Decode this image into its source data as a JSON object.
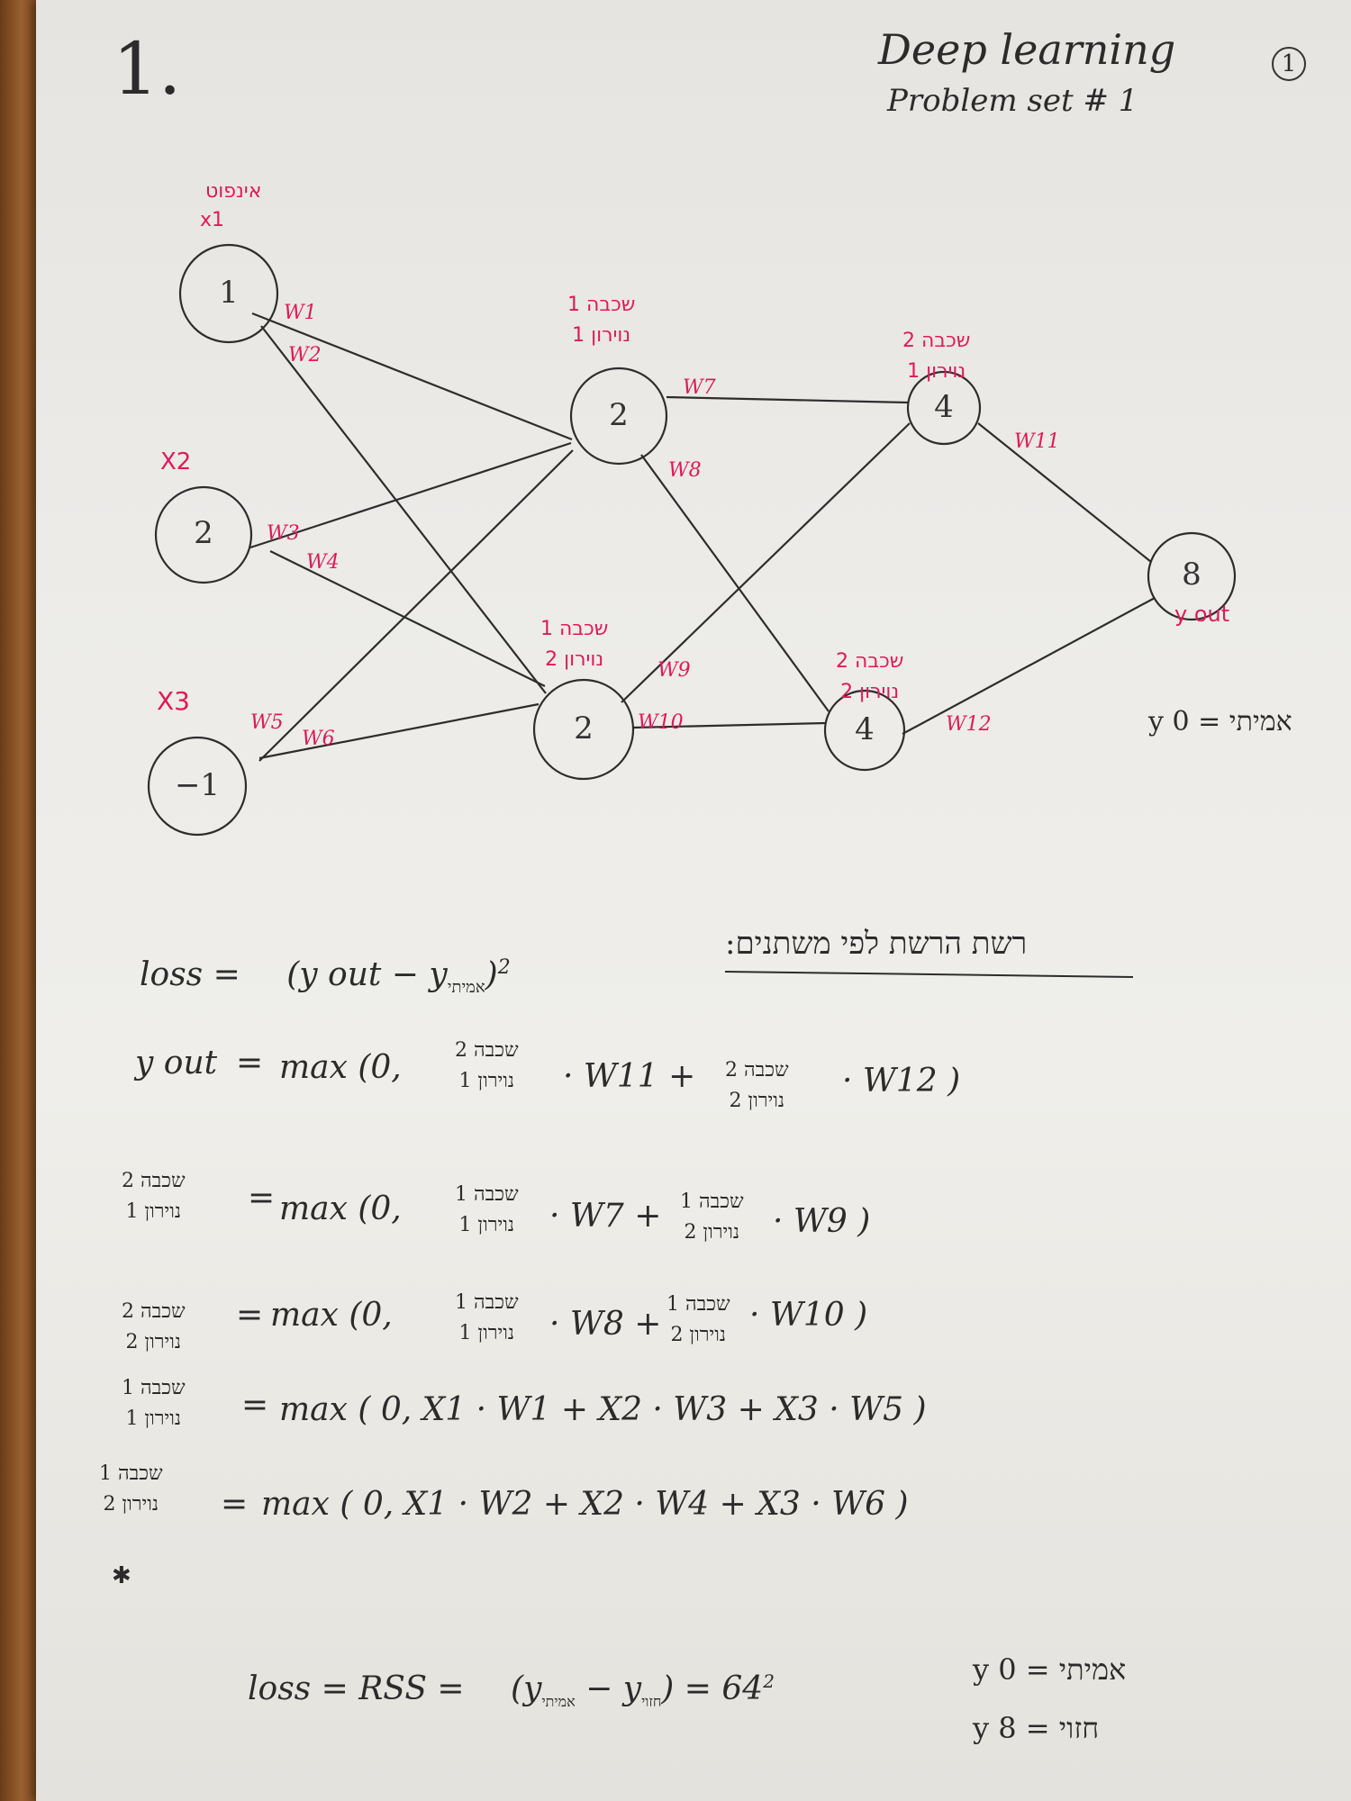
{
  "header": {
    "number": "1.",
    "title": "Deep learning",
    "subtitle": "Problem set # 1",
    "page_marker": "1"
  },
  "network": {
    "nodes": {
      "n1": "1",
      "n2": "2",
      "n3": "−1",
      "h1": "2",
      "h2": "2",
      "h3": "4",
      "h4": "4",
      "out": "8"
    },
    "input_labels": {
      "x1_heb": "אינפוט",
      "x1": "x1",
      "x2": "X2",
      "x3": "X3"
    },
    "layer_labels": {
      "l1n1": [
        "שכבה 1",
        "נוירון 1"
      ],
      "l1n2": [
        "שכבה 1",
        "נוירון 2"
      ],
      "l2n1": [
        "שכבה 2",
        "נוירון 1"
      ],
      "l2n2": [
        "שכבה 2",
        "נוירון 2"
      ]
    },
    "yout": "y out",
    "weights": [
      "W1",
      "W2",
      "W3",
      "W4",
      "W5",
      "W6",
      "W7",
      "W8",
      "W9",
      "W10",
      "W11",
      "W12"
    ],
    "true_y": "y אמיתי = 0"
  },
  "section_title": "רשת הרשת לפי משתנים:",
  "equations": {
    "loss": {
      "lhs": "loss =",
      "body": "(y out − y",
      "sub": "אמיתי",
      "close": ")",
      "pow": "2"
    },
    "yout": {
      "lhs": "y out",
      "eq": "=",
      "max": "max (0,",
      "t1": [
        "שכבה 2",
        "נוירון 1"
      ],
      "w1": "· W11 +",
      "t2": [
        "שכבה 2",
        "נוירון 2"
      ],
      "w2": "· W12 )"
    },
    "l2n1": {
      "lhs": [
        "שכבה 2",
        "נוירון 1"
      ],
      "eq": "=",
      "max": "max (0,",
      "t1": [
        "שכבה 1",
        "נוירון 1"
      ],
      "w1": "· W7 +",
      "t2": [
        "שכבה 1",
        "נוירון 2"
      ],
      "w2": "· W9 )"
    },
    "l2n2": {
      "lhs": [
        "שכבה 2",
        "נוירון 2"
      ],
      "eq": "=",
      "max": "max (0,",
      "t1": [
        "שכבה 1",
        "נוירון 1"
      ],
      "w1": "· W8 +",
      "t2": [
        "שכבה 1",
        "נוירון 2"
      ],
      "w2": "· W10 )"
    },
    "l1n1": {
      "lhs": [
        "שכבה 1",
        "נוירון 1"
      ],
      "eq": "=",
      "body": "max ( 0,  X1 · W1  +  X2 · W3  +  X3 · W5 )"
    },
    "l1n2": {
      "lhs": [
        "שכבה 1",
        "נוירון 2"
      ],
      "eq": "=",
      "body": "max ( 0,  X1 · W2  +  X2 · W4  +  X3 · W6 )"
    },
    "rss": {
      "lhs": "loss = RSS =",
      "body": "(y",
      "sub1": "אמיתי",
      "mid": "− y",
      "sub2": "חזוי",
      "close": ") = 64",
      "pow": "2"
    }
  },
  "summary": {
    "true_y": "y אמיתי = 0",
    "pred_y": "y חזוי = 8"
  }
}
